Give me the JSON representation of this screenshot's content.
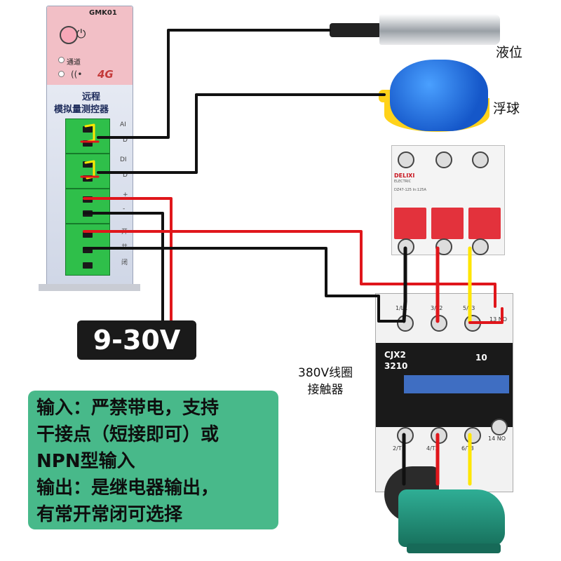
{
  "controller": {
    "model": "GMK01",
    "led_label": "通道",
    "badge": "4G",
    "name_line1": "远程",
    "name_line2": "模拟量测控器",
    "terminal_labels": [
      "AI",
      "D",
      "DI",
      "D",
      "+",
      "-",
      "开",
      "共",
      "闭"
    ]
  },
  "sensors": {
    "level_label": "液位",
    "float_label": "浮球"
  },
  "breaker": {
    "brand": "DELIXI",
    "sub": "ELECTRIC",
    "spec": "DZ47-125",
    "rating": "In:125A"
  },
  "contactor": {
    "title_line1": "380V线圈",
    "title_line2": "接触器",
    "model_line1": "CJX2",
    "model_line2": "3210",
    "size": "10",
    "top_terminals": [
      "1/L1",
      "3/L2",
      "5/L3",
      "13 NO"
    ],
    "bottom_terminals": [
      "2/T1",
      "4/T2",
      "6/T3",
      "14 NO"
    ]
  },
  "power": {
    "voltage": "9-30V"
  },
  "note": {
    "lines": [
      "输入：严禁带电，支持",
      "干接点（短接即可）或",
      "NPN型输入",
      "输出：是继电器输出，",
      "有常开常闭可选择"
    ]
  },
  "colors": {
    "wire_black": "#111111",
    "wire_red": "#e0161b",
    "wire_yellow": "#ffe600",
    "terminal_green": "#2fbf4a",
    "note_bg": "#48b98a"
  }
}
